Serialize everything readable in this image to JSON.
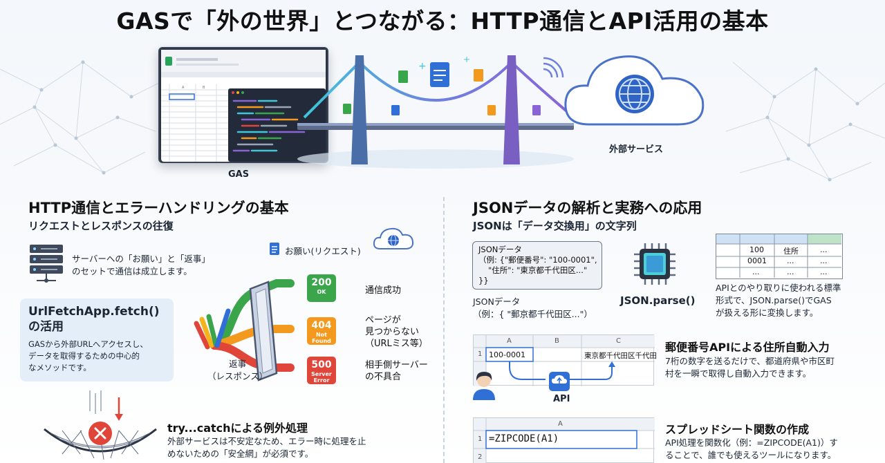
{
  "title": "GASで「外の世界」とつながる：HTTP通信とAPI活用の基本",
  "hero": {
    "left_label": "GAS",
    "right_label": "外部サービス"
  },
  "left": {
    "heading": "HTTP通信とエラーハンドリングの基本",
    "subheading": "リクエストとレスポンスの往復",
    "server_text_1": "サーバーへの「お願い」と「返事」",
    "server_text_2": "のセットで通信は成立します。",
    "request_label": "お願い(リクエスト)",
    "card_title_1": "UrlFetchApp.fetch()",
    "card_title_2": "の活用",
    "card_body": [
      "GASから外部URLへアクセスし、",
      "データを取得するための中心的",
      "なメソッドです。"
    ],
    "response_label_1": "返事",
    "response_label_2": "（レスポンス）",
    "statuses": [
      {
        "code": "200",
        "text": "OK",
        "color": "#3aa54b",
        "label": [
          "通信成功"
        ]
      },
      {
        "code": "404",
        "text": "Not Found",
        "color": "#f39a1e",
        "label": [
          "ページが",
          "見つからない",
          "（URLミス等）"
        ]
      },
      {
        "code": "500",
        "text": "Server Error",
        "color": "#e0453a",
        "label": [
          "相手側サーバー",
          "の不具合"
        ]
      }
    ],
    "try_title": "try...catchによる例外処理",
    "try_body": [
      "外部サービスは不安定なため、エラー時に処理を止",
      "めないための「安全網」が必須です。"
    ]
  },
  "right": {
    "heading": "JSONデータの解析と実務への応用",
    "subheading": "JSONは「データ交換用」の文字列",
    "json_box": [
      "JSONデータ",
      "（例: {\"郵便番号\": \"100-0001\",",
      "\"住所\": \"東京都千代田区...\"",
      "}}"
    ],
    "json_caption": [
      "JSONデータ",
      "（例：{ \"郵京都千代田区...\"）"
    ],
    "parse_label": "JSON.parse()",
    "table": {
      "header": [
        "",
        "100",
        "住所",
        "..."
      ],
      "rows": [
        [
          "",
          "0001",
          "...",
          "..."
        ],
        [
          "",
          "...",
          "...",
          "..."
        ]
      ]
    },
    "table_text": [
      "APIとのやり取りに使われる標準",
      "形式で、JSON.parse()でGAS",
      "が扱える形に変換します。"
    ],
    "sheet_cols": [
      "A",
      "B",
      "C"
    ],
    "sheet_row_num": "1",
    "sheet_input": "100-0001",
    "sheet_output": "東京都千代田区千代田",
    "api_label": "API",
    "zip_title": "郵便番号APIによる住所自動入力",
    "zip_body": [
      "7桁の数字を送るだけで、都道府県や市区町",
      "村を一瞬で取得し自動入力できます。"
    ],
    "sheet3_col": "A",
    "sheet3_row": "1",
    "sheet3_row2": "2",
    "formula": "=ZIPCODE(A1)",
    "func_title": "スプレッドシート関数の作成",
    "func_body": [
      "API処理を関数化（例：=ZIPCODE(A1)）す",
      "ることで、誰でも使えるツールになります。"
    ]
  },
  "colors": {
    "green": "#3aa54b",
    "orange": "#f39a1e",
    "red": "#e0453a",
    "blue": "#2f6fd6",
    "accent_cyan": "#3fc6d8",
    "accent_purple": "#8a63d6"
  }
}
